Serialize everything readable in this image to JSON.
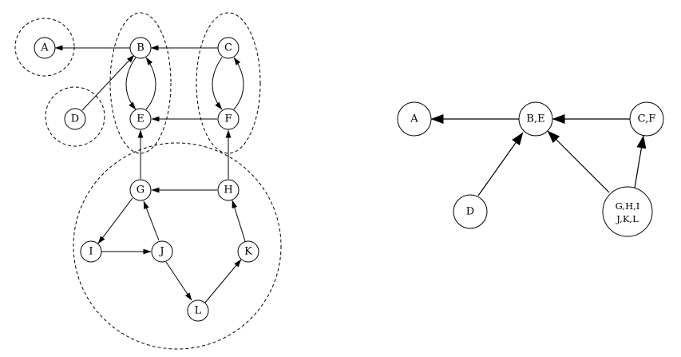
{
  "left_graph": {
    "nodes": [
      {
        "id": "A",
        "label": "A"
      },
      {
        "id": "B",
        "label": "B"
      },
      {
        "id": "C",
        "label": "C"
      },
      {
        "id": "D",
        "label": "D"
      },
      {
        "id": "E",
        "label": "E"
      },
      {
        "id": "F",
        "label": "F"
      },
      {
        "id": "G",
        "label": "G"
      },
      {
        "id": "H",
        "label": "H"
      },
      {
        "id": "I",
        "label": "I"
      },
      {
        "id": "J",
        "label": "J"
      },
      {
        "id": "K",
        "label": "K"
      },
      {
        "id": "L",
        "label": "L"
      }
    ],
    "edges": [
      {
        "from": "B",
        "to": "A"
      },
      {
        "from": "C",
        "to": "B"
      },
      {
        "from": "D",
        "to": "B"
      },
      {
        "from": "B",
        "to": "E"
      },
      {
        "from": "E",
        "to": "B"
      },
      {
        "from": "C",
        "to": "F"
      },
      {
        "from": "F",
        "to": "C"
      },
      {
        "from": "F",
        "to": "E"
      },
      {
        "from": "G",
        "to": "E"
      },
      {
        "from": "H",
        "to": "F"
      },
      {
        "from": "H",
        "to": "G"
      },
      {
        "from": "G",
        "to": "I"
      },
      {
        "from": "I",
        "to": "J"
      },
      {
        "from": "J",
        "to": "G"
      },
      {
        "from": "J",
        "to": "L"
      },
      {
        "from": "L",
        "to": "K"
      },
      {
        "from": "K",
        "to": "H"
      }
    ],
    "components": [
      [
        "A"
      ],
      [
        "D"
      ],
      [
        "B",
        "E"
      ],
      [
        "C",
        "F"
      ],
      [
        "G",
        "H",
        "I",
        "J",
        "K",
        "L"
      ]
    ]
  },
  "right_graph": {
    "nodes": [
      {
        "id": "A",
        "lines": [
          "A"
        ]
      },
      {
        "id": "BE",
        "lines": [
          "B,E"
        ]
      },
      {
        "id": "CF",
        "lines": [
          "C,F"
        ]
      },
      {
        "id": "D",
        "lines": [
          "D"
        ]
      },
      {
        "id": "GHIJKL",
        "lines": [
          "G,H,I",
          "J,K,L"
        ]
      }
    ],
    "edges": [
      {
        "from": "BE",
        "to": "A"
      },
      {
        "from": "CF",
        "to": "BE"
      },
      {
        "from": "D",
        "to": "BE"
      },
      {
        "from": "GHIJKL",
        "to": "BE"
      },
      {
        "from": "GHIJKL",
        "to": "CF"
      }
    ]
  }
}
